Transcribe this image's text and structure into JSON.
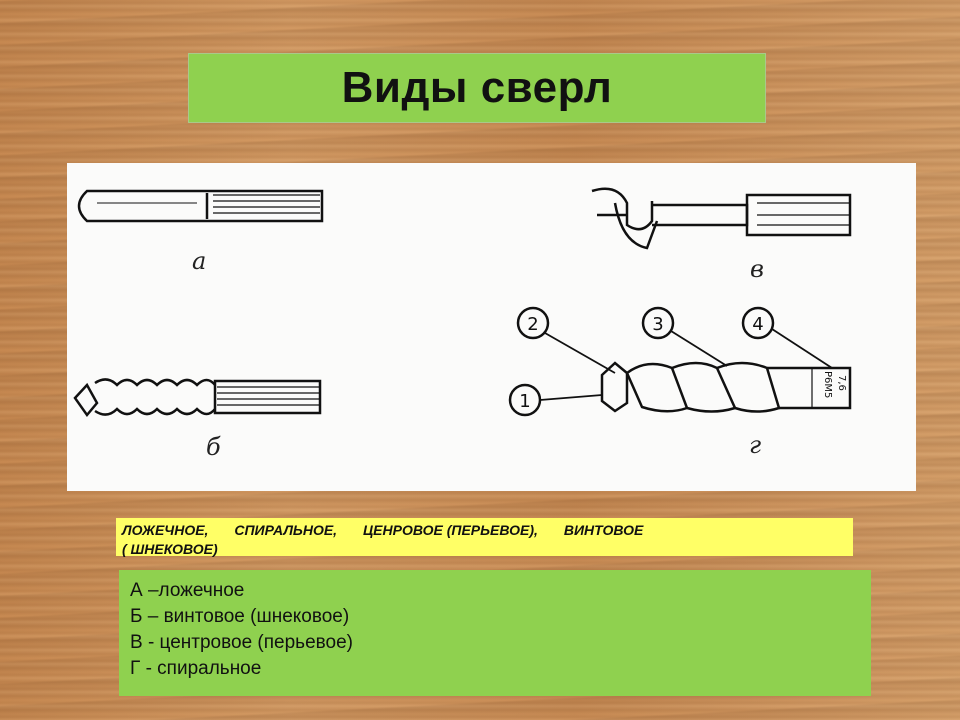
{
  "title": "Виды сверл",
  "figure": {
    "labels": {
      "a": "а",
      "b": "б",
      "v": "в",
      "g": "г"
    },
    "callouts": [
      "1",
      "2",
      "3",
      "4"
    ],
    "marking_1": "7,6",
    "marking_2": "Р6М5"
  },
  "types": [
    "ЛОЖЕЧНОЕ,",
    "СПИРАЛЬНОЕ,",
    "ЦЕНРОВОЕ (ПЕРЬЕВОЕ),",
    "ВИНТОВОЕ",
    "( ШНЕКОВОЕ)"
  ],
  "legend": [
    "А –ложечное",
    "Б – винтовое  (шнековое)",
    "В - центровое  (перьевое)",
    "Г - спиральное"
  ]
}
